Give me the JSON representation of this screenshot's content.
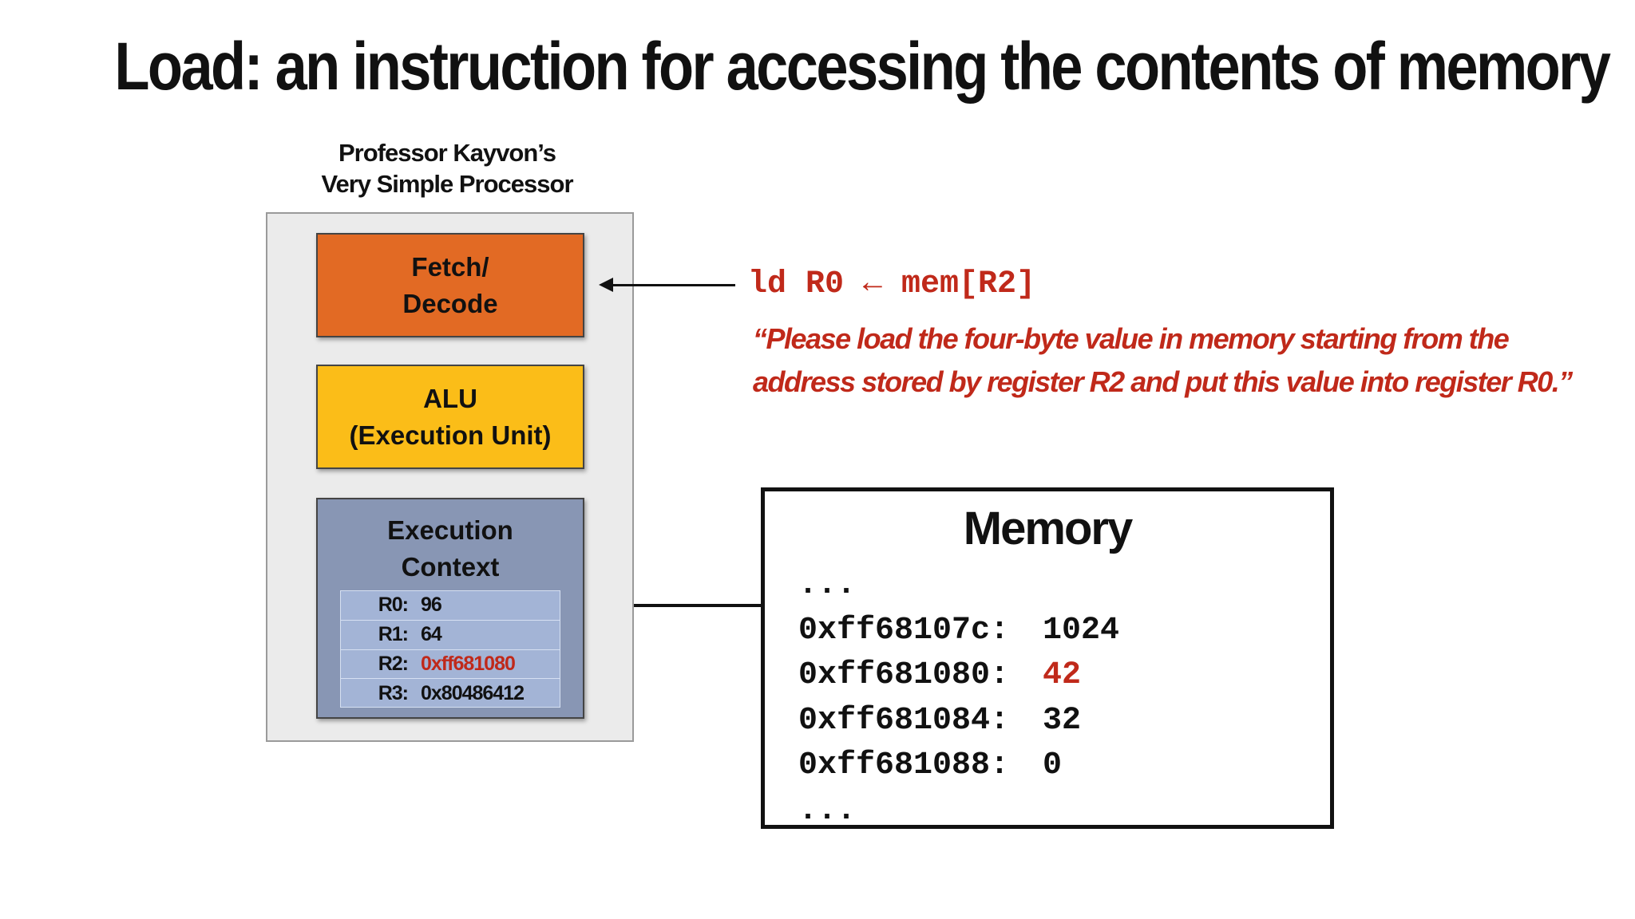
{
  "slide": {
    "title": "Load: an instruction for accessing the contents of memory"
  },
  "processor": {
    "title_line1": "Professor Kayvon’s",
    "title_line2": "Very Simple Processor",
    "fetch_decode": [
      "Fetch/",
      "Decode"
    ],
    "alu": [
      "ALU",
      "(Execution Unit)"
    ],
    "execution_context": [
      "Execution",
      "Context"
    ],
    "registers": [
      {
        "name": "R0:",
        "value": "96",
        "highlight": false
      },
      {
        "name": "R1:",
        "value": "64",
        "highlight": false
      },
      {
        "name": "R2:",
        "value": "0xff681080",
        "highlight": true
      },
      {
        "name": "R3:",
        "value": "0x80486412",
        "highlight": false
      }
    ]
  },
  "instruction": {
    "code": "ld R0 ← mem[R2]",
    "description_line1": "“Please load the four-byte value in memory starting from the",
    "description_line2": "address stored by register R2 and put this value into register R0.”"
  },
  "memory": {
    "title": "Memory",
    "ellipsis_top": "...",
    "entries": [
      {
        "address": "0xff68107c:",
        "value": "1024",
        "highlight": false
      },
      {
        "address": "0xff681080:",
        "value": "42",
        "highlight": true
      },
      {
        "address": "0xff681084:",
        "value": "32",
        "highlight": false
      },
      {
        "address": "0xff681088:",
        "value": "0",
        "highlight": false
      }
    ],
    "ellipsis_bottom": "..."
  },
  "colors": {
    "fetch_decode": "#e26a24",
    "alu": "#fbbd18",
    "execution_context": "#8896b4",
    "registers_bg": "#a3b4d6",
    "highlight": "#c0291a"
  }
}
